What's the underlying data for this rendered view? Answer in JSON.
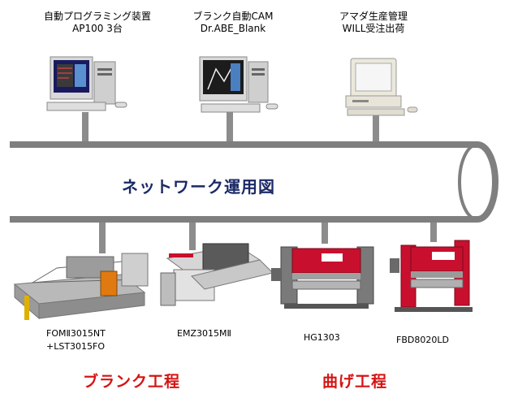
{
  "computers": [
    {
      "line1": "自動プログラミング装置",
      "line2": "AP100 3台"
    },
    {
      "line1": "ブランク自動CAM",
      "line2": "Dr.ABE_Blank"
    },
    {
      "line1": "アマダ生産管理",
      "line2": "WILL受注出荷"
    }
  ],
  "network": {
    "title": "ネットワーク運用図"
  },
  "machines": [
    {
      "line1": "FOMⅡ3015NT",
      "line2": "+LST3015FO"
    },
    {
      "line1": "EMZ3015MⅡ"
    },
    {
      "line1": "HG1303"
    },
    {
      "line1": "FBD8020LD"
    }
  ],
  "processes": {
    "blanking": "ブランク工程",
    "bending": "曲げ工程"
  },
  "colors": {
    "bus": "#7f7f7f",
    "network_text": "#1b2a66",
    "process_text": "#d51414",
    "machine_red": "#c8102e"
  }
}
